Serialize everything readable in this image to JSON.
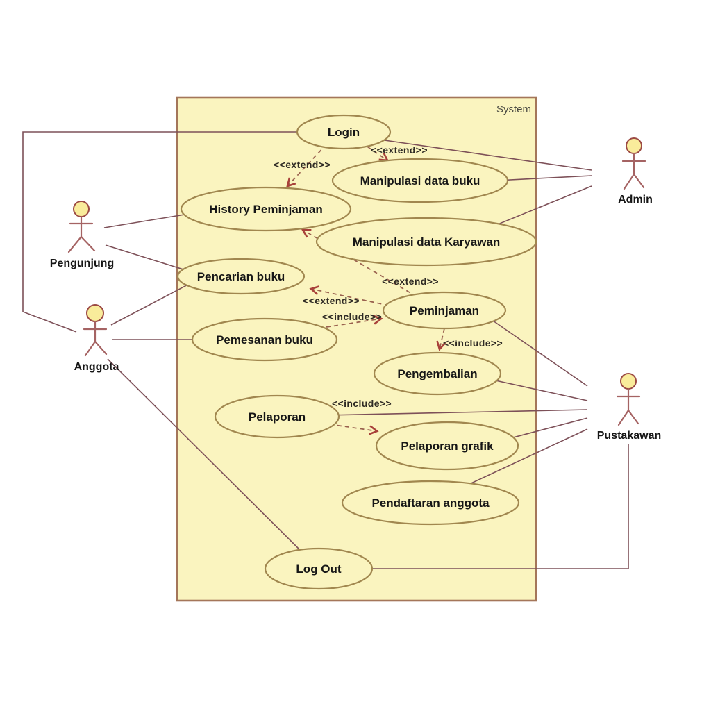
{
  "diagram": {
    "system_label": "System",
    "actors": [
      {
        "id": "pengunjung",
        "name": "Pengunjung"
      },
      {
        "id": "anggota",
        "name": "Anggota"
      },
      {
        "id": "admin",
        "name": "Admin"
      },
      {
        "id": "pustakawan",
        "name": "Pustakawan"
      }
    ],
    "use_cases": [
      {
        "id": "login",
        "label": "Login"
      },
      {
        "id": "manipulasi-data-buku",
        "label": "Manipulasi data buku"
      },
      {
        "id": "history-peminjaman",
        "label": "History Peminjaman"
      },
      {
        "id": "manipulasi-data-karyawan",
        "label": "Manipulasi data Karyawan"
      },
      {
        "id": "pencarian-buku",
        "label": "Pencarian buku"
      },
      {
        "id": "peminjaman",
        "label": "Peminjaman"
      },
      {
        "id": "pemesanan-buku",
        "label": "Pemesanan buku"
      },
      {
        "id": "pengembalian",
        "label": "Pengembalian"
      },
      {
        "id": "pelaporan",
        "label": "Pelaporan"
      },
      {
        "id": "pelaporan-grafik",
        "label": "Pelaporan grafik"
      },
      {
        "id": "pendaftaran-anggota",
        "label": "Pendaftaran anggota"
      },
      {
        "id": "log-out",
        "label": "Log Out"
      }
    ],
    "relationships": [
      {
        "from": "Login",
        "to": "Manipulasi data buku",
        "type": "extend",
        "label": "<<extend>>"
      },
      {
        "from": "Login",
        "to": "History Peminjaman",
        "type": "extend",
        "label": "<<extend>>"
      },
      {
        "from": "Peminjaman",
        "to": "History Peminjaman",
        "type": "extend",
        "label": "<<extend>>"
      },
      {
        "from": "Peminjaman",
        "to": "Pencarian buku",
        "type": "extend",
        "label": "<<extend>>"
      },
      {
        "from": "Pemesanan buku",
        "to": "Peminjaman",
        "type": "include",
        "label": "<<include>>"
      },
      {
        "from": "Peminjaman",
        "to": "Pengembalian",
        "type": "include",
        "label": "<<include>>"
      },
      {
        "from": "Pelaporan",
        "to": "Pelaporan grafik",
        "type": "include",
        "label": "<<include>>"
      }
    ],
    "associations": [
      {
        "actor": "Anggota",
        "use_case": "Login"
      },
      {
        "actor": "Pengunjung",
        "use_case": "History Peminjaman"
      },
      {
        "actor": "Pengunjung",
        "use_case": "Pencarian buku"
      },
      {
        "actor": "Anggota",
        "use_case": "Pencarian buku"
      },
      {
        "actor": "Anggota",
        "use_case": "Pemesanan buku"
      },
      {
        "actor": "Anggota",
        "use_case": "Log Out"
      },
      {
        "actor": "Admin",
        "use_case": "Login"
      },
      {
        "actor": "Admin",
        "use_case": "Manipulasi data buku"
      },
      {
        "actor": "Admin",
        "use_case": "Manipulasi data Karyawan"
      },
      {
        "actor": "Pustakawan",
        "use_case": "Peminjaman"
      },
      {
        "actor": "Pustakawan",
        "use_case": "Pengembalian"
      },
      {
        "actor": "Pustakawan",
        "use_case": "Pelaporan"
      },
      {
        "actor": "Pustakawan",
        "use_case": "Pelaporan grafik"
      },
      {
        "actor": "Pustakawan",
        "use_case": "Pendaftaran anggota"
      },
      {
        "actor": "Pustakawan",
        "use_case": "Log Out"
      }
    ],
    "colors": {
      "background": "#ffffff",
      "system_fill": "#faf4bf",
      "system_border": "#a4765a",
      "ellipse_stroke": "#a1874f",
      "label_text": "#161616",
      "association_line": "#7d5058",
      "dashed_line": "#99604e",
      "arrowhead": "#a8413a",
      "actor_line": "#a56363",
      "actor_head_fill": "#f9ec9b"
    }
  }
}
